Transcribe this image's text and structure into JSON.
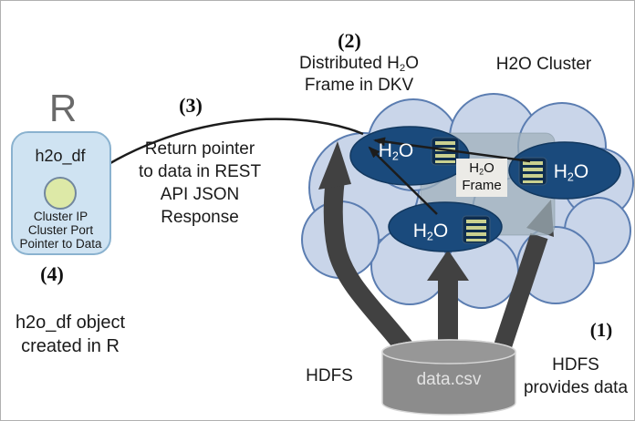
{
  "diagram": {
    "cluster_title": "H2O Cluster",
    "h2o": {
      "pre": "H",
      "sub": "2",
      "post": "O"
    },
    "frame": {
      "label_line2": "Frame"
    },
    "steps": {
      "s1": {
        "num": "(1)",
        "line1": "HDFS",
        "line2": "provides data"
      },
      "s2": {
        "num": "(2)",
        "line1_pre": "Distributed H",
        "line1_sub": "2",
        "line1_post": "O",
        "line2": "Frame in DKV"
      },
      "s3": {
        "num": "(3)",
        "line1": "Return pointer",
        "line2": "to data in REST",
        "line3": "API JSON",
        "line4": "Response"
      },
      "s4": {
        "num": "(4)",
        "line1": "h2o_df object",
        "line2": "created in R"
      }
    },
    "r_env": {
      "letter": "R",
      "var_name": "h2o_df",
      "detail1": "Cluster IP",
      "detail2": "Cluster Port",
      "detail3": "Pointer to Data"
    },
    "hdfs": {
      "label": "HDFS",
      "file": "data.csv"
    },
    "colors": {
      "cloud_fill": "#c9d5e9",
      "cloud_stroke": "#5b7db1",
      "node_fill": "#1a4a7c",
      "node_stroke": "#12385f",
      "frame_fill": "rgba(160,176,186,0.72)",
      "frame_stroke": "rgba(120,140,150,0.45)",
      "icon_bg": "#0e2d4f",
      "icon_stripe": "#c9d08f",
      "big_arrow": "#414141",
      "thin_arrow": "#1c1c1c",
      "cylinder_fill": "#8c8c8c",
      "cylinder_top_fill": "#979797",
      "cylinder_stroke": "#d6d6d6",
      "r_box_fill": "#cfe3f2",
      "r_box_stroke": "#8ab2cf",
      "pointer_circle_fill": "#dde9a7",
      "pointer_circle_stroke": "#72879e"
    }
  }
}
